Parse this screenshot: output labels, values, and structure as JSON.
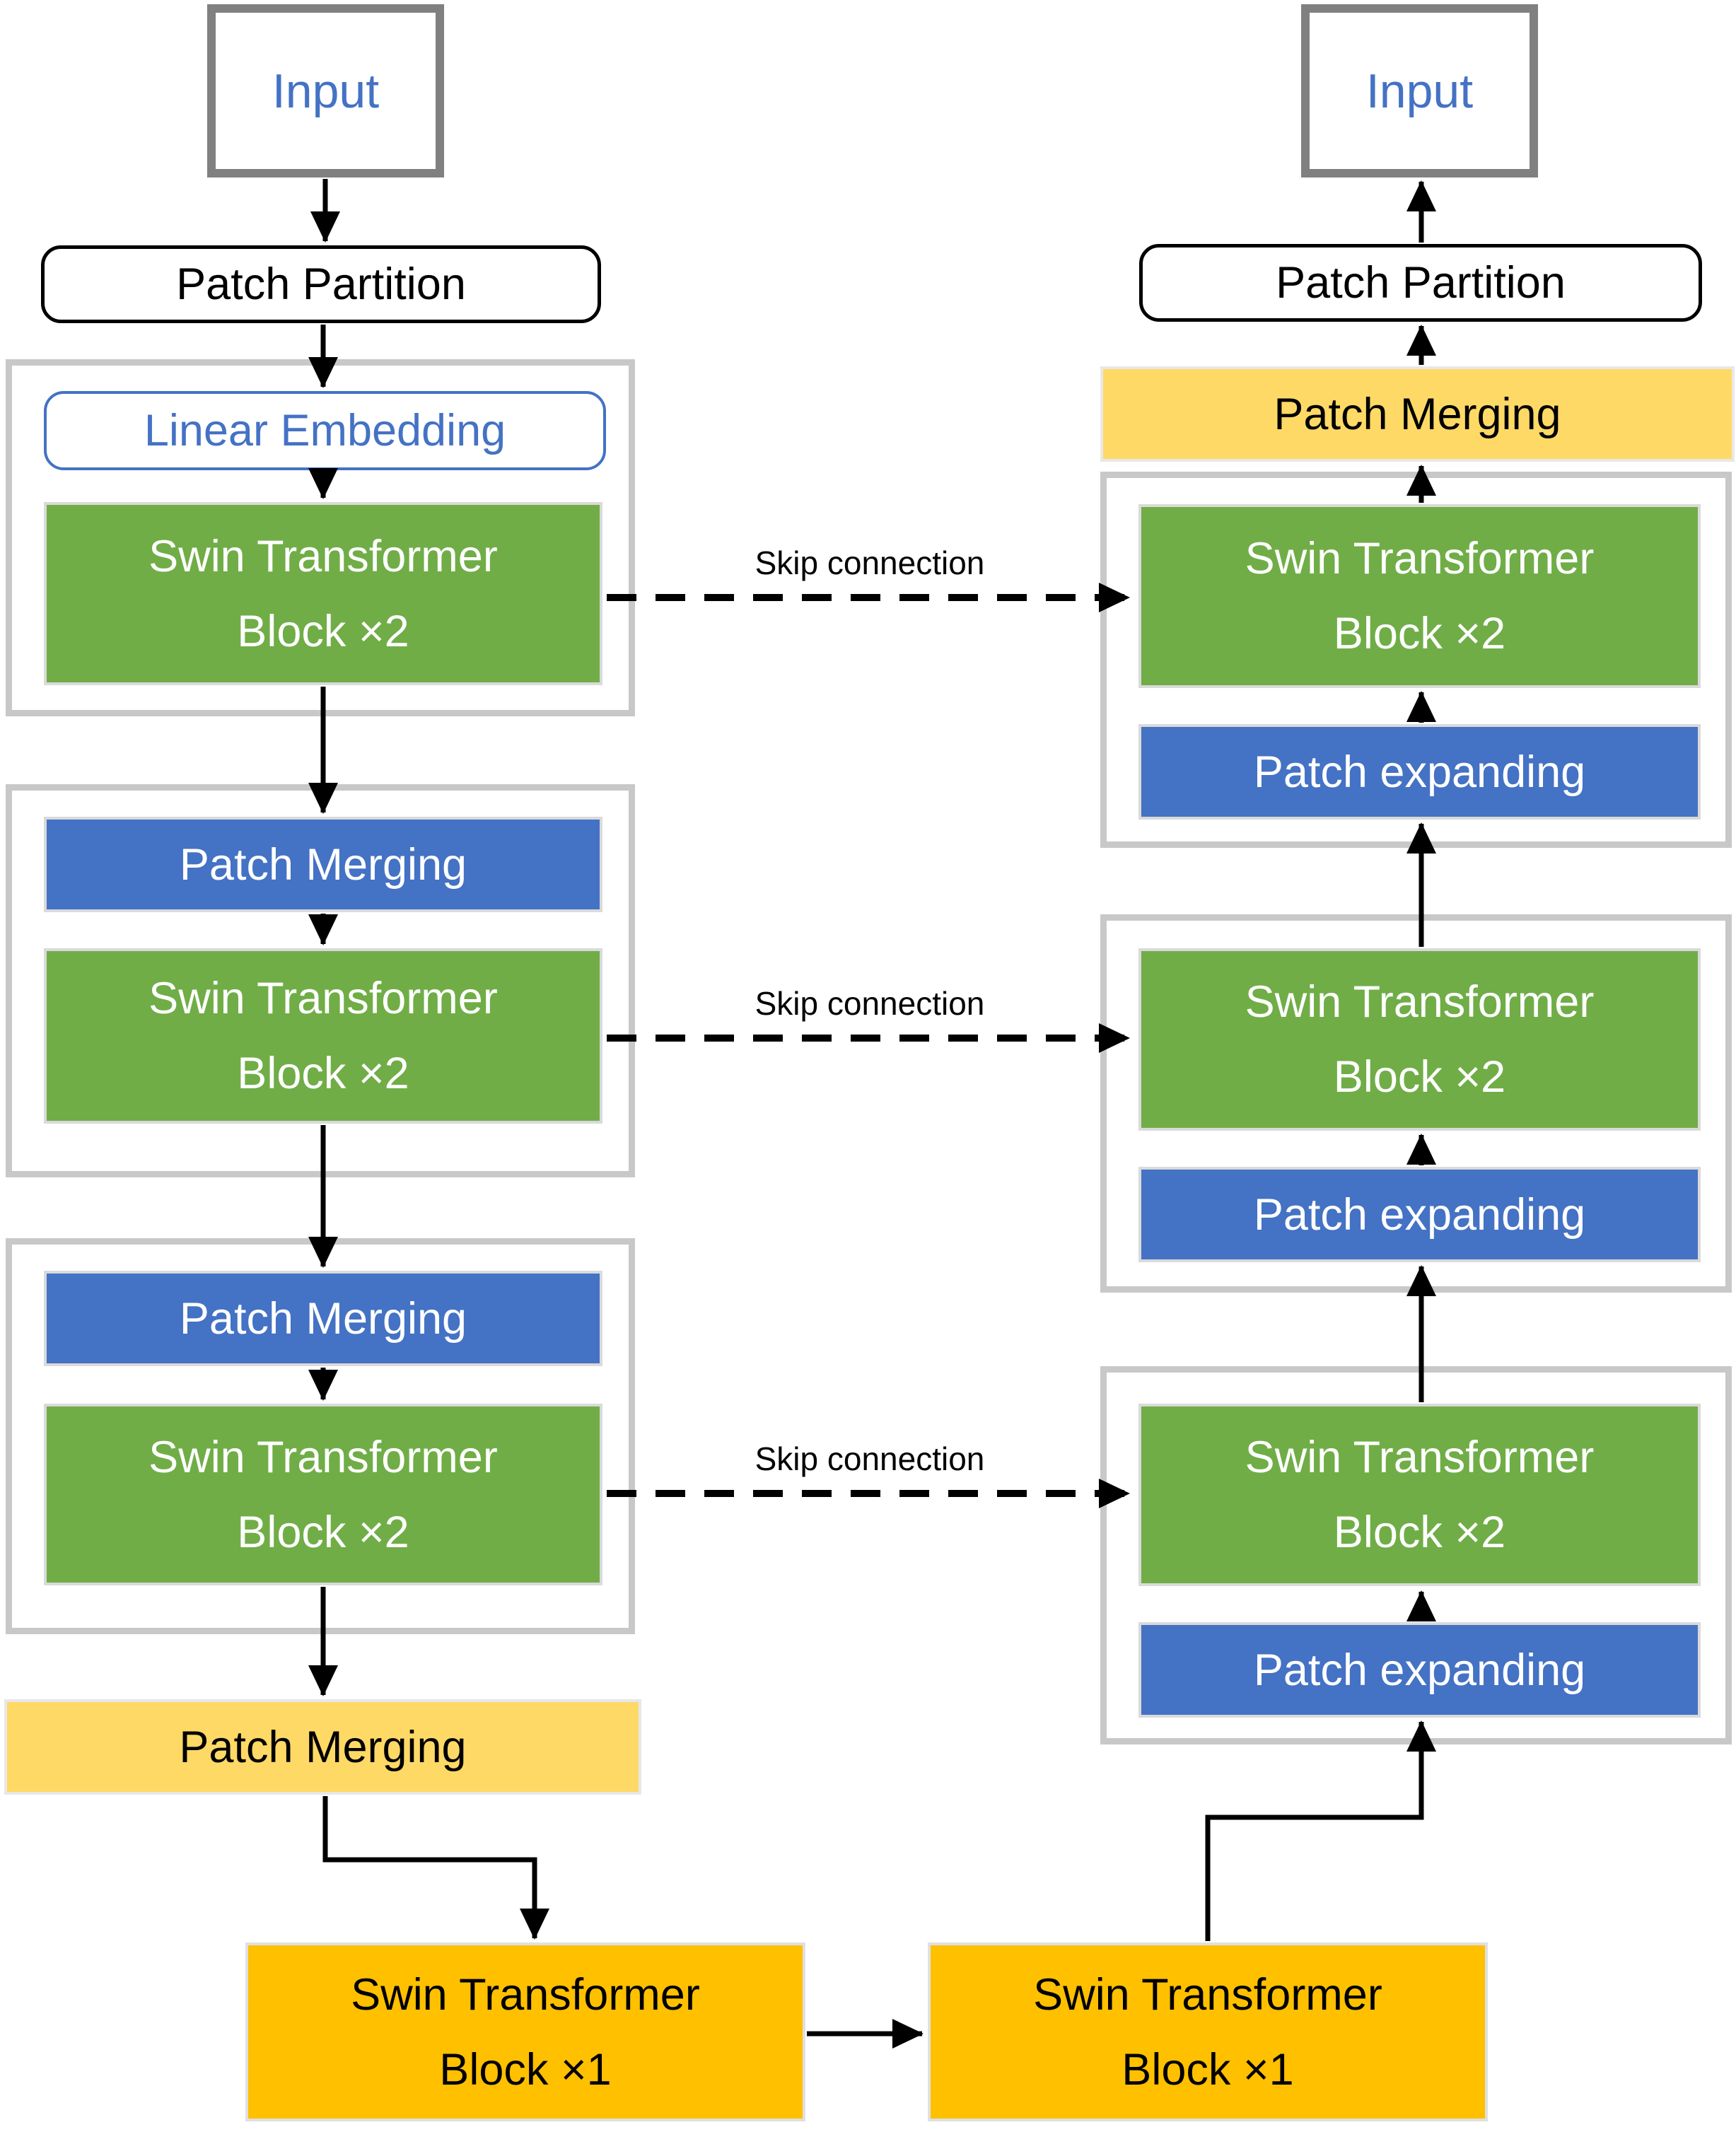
{
  "labels": {
    "input": "Input",
    "patch_partition": "Patch Partition",
    "linear_embedding": "Linear Embedding",
    "swin_x2_line1": "Swin Transformer",
    "swin_x2_line2": "Block ×2",
    "swin_x1_line1": "Swin Transformer",
    "swin_x1_line2": "Block ×1",
    "patch_merging": "Patch Merging",
    "patch_expanding": "Patch expanding",
    "skip_connection": "Skip connection"
  },
  "colors": {
    "swin_block_green": "#70AD47",
    "patch_merging_blue": "#4472C4",
    "patch_merging_yellow": "#FFD966",
    "bottleneck_orange": "#FFC000",
    "accent_blue_text": "#4472C4",
    "stage_container_border": "#C8C8C8",
    "input_border_gray": "#808080"
  },
  "structure": {
    "encoder_stages": 3,
    "decoder_stages": 3,
    "skip_connections": 3,
    "bottleneck_blocks": 2
  }
}
